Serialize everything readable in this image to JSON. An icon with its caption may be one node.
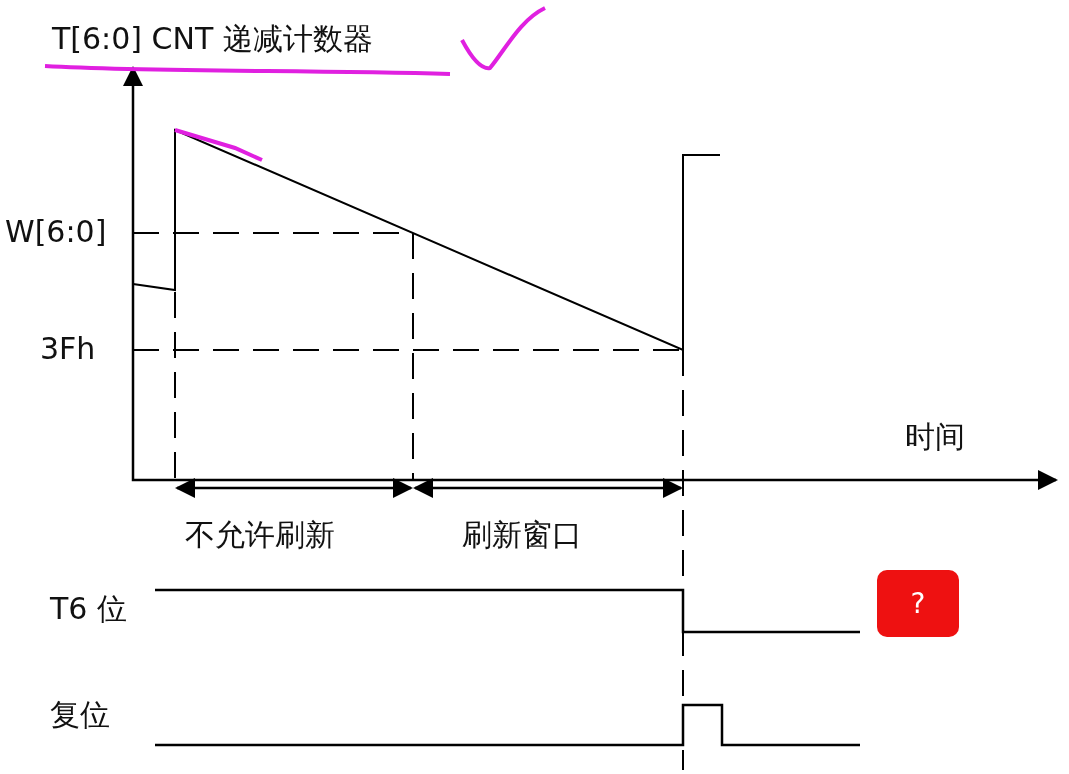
{
  "diagram": {
    "nodes": [
      {
        "text": [
          "?"
        ]
      }
    ],
    "labels": [
      "T[6:0] CNT 递减计数器",
      "W[6:0]",
      "3Fh",
      "时间",
      "不允许刷新",
      "刷新窗口",
      "T6 位",
      "复位"
    ]
  }
}
